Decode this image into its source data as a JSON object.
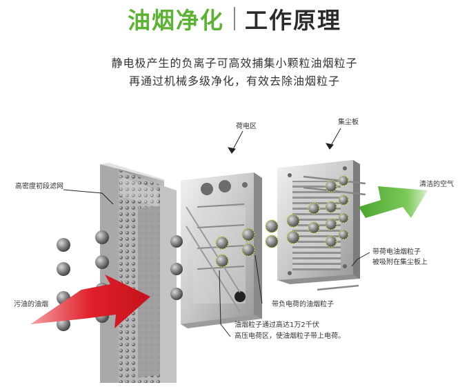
{
  "header": {
    "title_part1": "油烟净化",
    "title_part2": "工作原理",
    "subtitle_line1": "静电极产生的负离子可高效捕集小颗粒油烟粒子",
    "subtitle_line2": "再通过机械多级净化，有效去除油烟粒子"
  },
  "labels": {
    "charging_zone": "荷电区",
    "collector_plate": "集尘板",
    "prefilter": "高密度初段滤网",
    "dirty_air": "污油的油烟",
    "clean_air": "清洁的空气",
    "charged_particles_line1": "带荷电油烟粒子",
    "charged_particles_line2": "被吸附在集尘板上",
    "negative_particles": "带负电荷的油烟粒子",
    "high_voltage_line1": "油烟粒子通过高达1万2千伏",
    "high_voltage_line2": "高压电荷区，使油烟粒子带上电荷。"
  },
  "colors": {
    "brand_green": "#5cb233",
    "arrow_red": "#e0202a",
    "arrow_green": "#6cc04a"
  }
}
